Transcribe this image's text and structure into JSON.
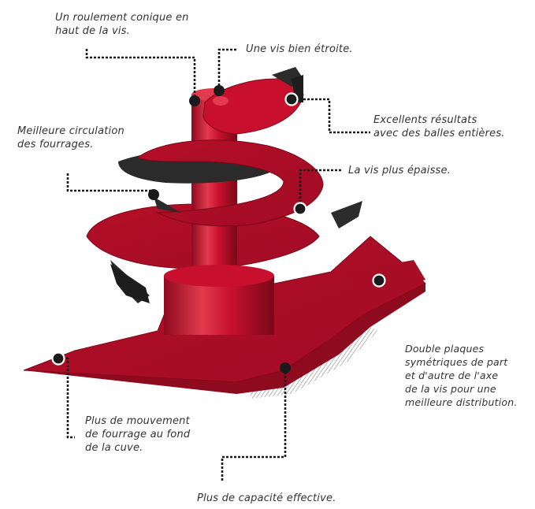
{
  "colors": {
    "auger_red": "#c8102e",
    "auger_dark": "#8e0a1e",
    "auger_light": "#e23a4e",
    "blade_black": "#2b2b2b",
    "leader_line": "#1a1a1a",
    "text": "#333333"
  },
  "callouts": {
    "top_bearing": {
      "lines": [
        "Un roulement conique en",
        "haut de la vis."
      ]
    },
    "narrow_screw": {
      "lines": [
        "Une vis bien étroite."
      ]
    },
    "whole_bales": {
      "lines": [
        "Excellents résultats",
        "avec des balles entières."
      ]
    },
    "forage_flow": {
      "lines": [
        "Meilleure circulation",
        "des fourrages."
      ]
    },
    "thicker_screw": {
      "lines": [
        "La vis plus épaisse."
      ]
    },
    "double_plates": {
      "lines": [
        "Double plaques",
        "symétriques de part",
        "et d'autre de l'axe",
        "de la vis pour une",
        "meilleure distribution."
      ]
    },
    "bottom_movement": {
      "lines": [
        "Plus de mouvement",
        "de fourrage au fond",
        "de la cuve."
      ]
    },
    "capacity": {
      "lines": [
        "Plus de capacité effective."
      ]
    }
  }
}
